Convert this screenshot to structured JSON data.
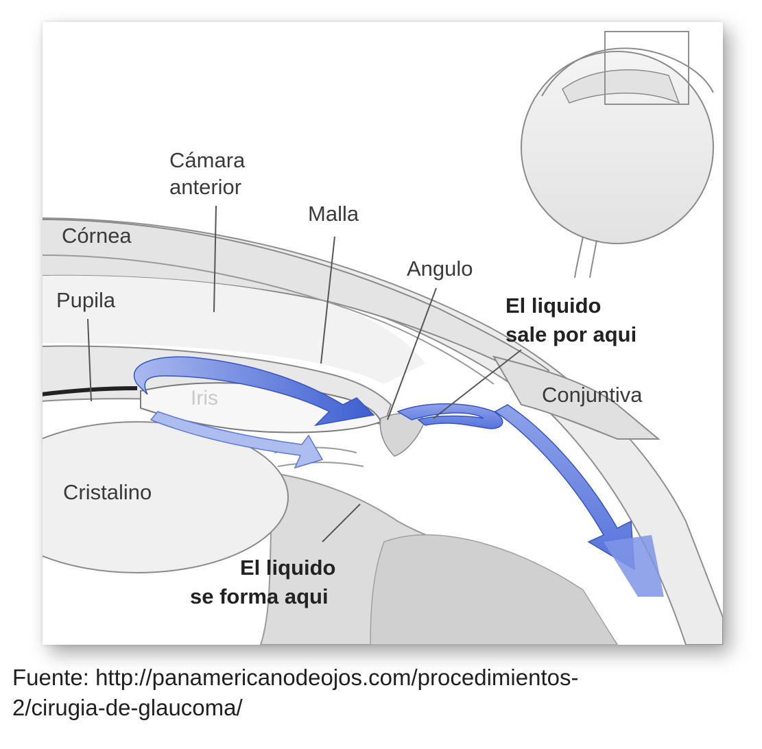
{
  "labels": {
    "camara_line1": "Cámara",
    "camara_line2": "anterior",
    "malla": "Malla",
    "cornea": "Córnea",
    "angulo": "Angulo",
    "pupila": "Pupila",
    "sale_line1": "El liquido",
    "sale_line2": "sale por aqui",
    "iris": "Iris",
    "conjuntiva": "Conjuntiva",
    "cristalino": "Cristalino",
    "forma_line1": "El liquido",
    "forma_line2": "se forma aqui"
  },
  "caption": {
    "line1": "Fuente: http://panamericanodeojos.com/procedimientos-",
    "line2": "2/cirugia-de-glaucoma/"
  },
  "colors": {
    "fluid_arrow": "#4f6fd6",
    "fluid_arrow_light": "#9db0ee",
    "tissue": "#d9d9d9",
    "outline": "#8a8a8a"
  }
}
